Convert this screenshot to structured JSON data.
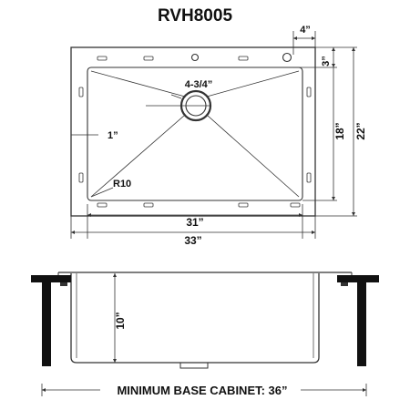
{
  "title": "RVH8005",
  "top_view": {
    "dim_top_right_width": "4”",
    "dim_drain": "4-3/4”",
    "dim_side_offset": "1”",
    "dim_corner_radius": "R10",
    "dim_inner_width": "31”",
    "dim_outer_width": "33”",
    "dim_tap_offset": "3”",
    "dim_inner_depth": "18”",
    "dim_outer_depth": "22”"
  },
  "side_view": {
    "dim_bowl_depth": "10”",
    "cabinet_label": "MINIMUM BASE CABINET: 36”"
  }
}
